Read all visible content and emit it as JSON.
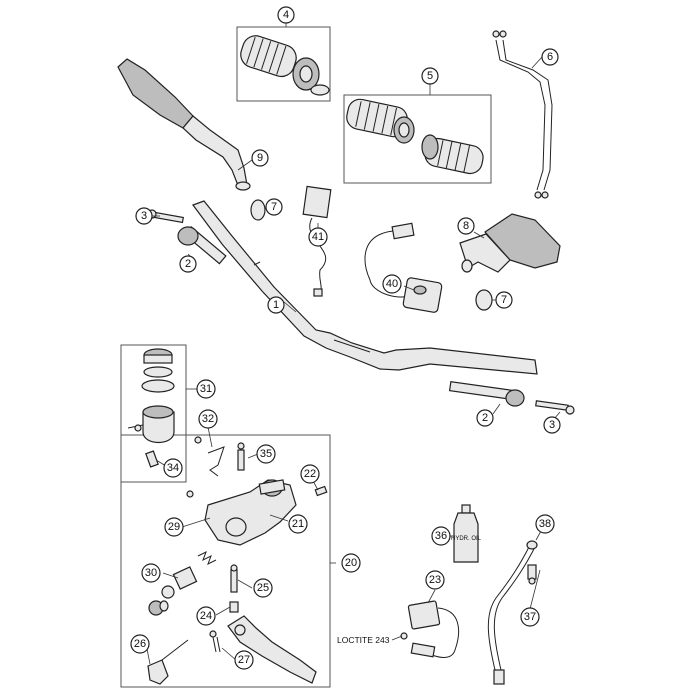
{
  "callouts": [
    {
      "id": "c4",
      "label": "4"
    },
    {
      "id": "c5",
      "label": "5"
    },
    {
      "id": "c6",
      "label": "6"
    },
    {
      "id": "c9",
      "label": "9"
    },
    {
      "id": "c3a",
      "label": "3"
    },
    {
      "id": "c7a",
      "label": "7"
    },
    {
      "id": "c41",
      "label": "41"
    },
    {
      "id": "c8",
      "label": "8"
    },
    {
      "id": "c2a",
      "label": "2"
    },
    {
      "id": "c40",
      "label": "40"
    },
    {
      "id": "c7b",
      "label": "7"
    },
    {
      "id": "c1",
      "label": "1"
    },
    {
      "id": "c31",
      "label": "31"
    },
    {
      "id": "c2b",
      "label": "2"
    },
    {
      "id": "c3b",
      "label": "3"
    },
    {
      "id": "c32",
      "label": "32"
    },
    {
      "id": "c35",
      "label": "35"
    },
    {
      "id": "c34",
      "label": "34"
    },
    {
      "id": "c22",
      "label": "22"
    },
    {
      "id": "c29",
      "label": "29"
    },
    {
      "id": "c21",
      "label": "21"
    },
    {
      "id": "c36",
      "label": "36"
    },
    {
      "id": "c38",
      "label": "38"
    },
    {
      "id": "c20",
      "label": "20"
    },
    {
      "id": "c30",
      "label": "30"
    },
    {
      "id": "c23",
      "label": "23"
    },
    {
      "id": "c25",
      "label": "25"
    },
    {
      "id": "c37",
      "label": "37"
    },
    {
      "id": "c24",
      "label": "24"
    },
    {
      "id": "c26",
      "label": "26"
    },
    {
      "id": "c27",
      "label": "27"
    }
  ],
  "loctite_note": "LOCTITE 243",
  "bottle_label": "HYDR. OIL"
}
